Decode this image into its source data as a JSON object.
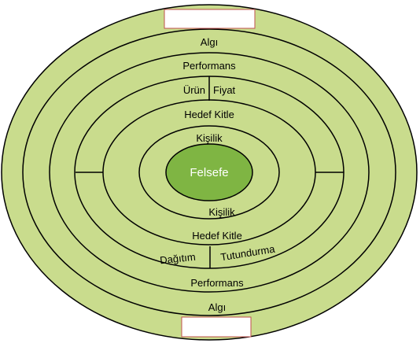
{
  "diagram": {
    "center": "Felsefe",
    "top": {
      "ring1": "Algı",
      "ring2": "Performans",
      "ring3_left": "Ürün",
      "ring3_right": "Fiyat",
      "ring4": "Hedef Kitle",
      "ring5": "Kişilik"
    },
    "bottom": {
      "ring5": "Kişilik",
      "ring4": "Hedef Kitle",
      "ring3_left": "Dağıtım",
      "ring3_right": "Tutundurma",
      "ring2": "Performans",
      "ring1": "Algı"
    },
    "colors": {
      "ring_fill": "#c9dc8d",
      "center_fill": "#7fb543",
      "outline": "#000000",
      "label_box_border": "#c0504d"
    }
  }
}
